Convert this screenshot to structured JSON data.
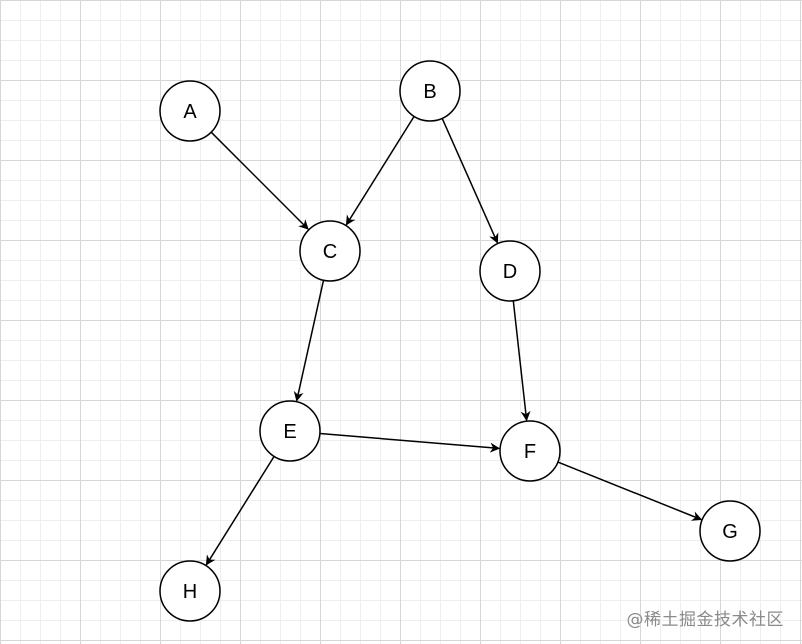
{
  "diagram": {
    "type": "directed-graph",
    "nodes": [
      {
        "id": "A",
        "label": "A"
      },
      {
        "id": "B",
        "label": "B"
      },
      {
        "id": "C",
        "label": "C"
      },
      {
        "id": "D",
        "label": "D"
      },
      {
        "id": "E",
        "label": "E"
      },
      {
        "id": "F",
        "label": "F"
      },
      {
        "id": "G",
        "label": "G"
      },
      {
        "id": "H",
        "label": "H"
      }
    ],
    "edges": [
      {
        "from": "A",
        "to": "C"
      },
      {
        "from": "B",
        "to": "C"
      },
      {
        "from": "B",
        "to": "D"
      },
      {
        "from": "C",
        "to": "E"
      },
      {
        "from": "D",
        "to": "F"
      },
      {
        "from": "E",
        "to": "F"
      },
      {
        "from": "E",
        "to": "H"
      },
      {
        "from": "F",
        "to": "G"
      }
    ]
  },
  "colors": {
    "grid_major": "#d6d6d6",
    "grid_minor": "#eeeeee",
    "stroke": "#000000",
    "watermark": "#8a8a8a"
  },
  "watermark": {
    "text": "@稀土掘金技术社区"
  }
}
